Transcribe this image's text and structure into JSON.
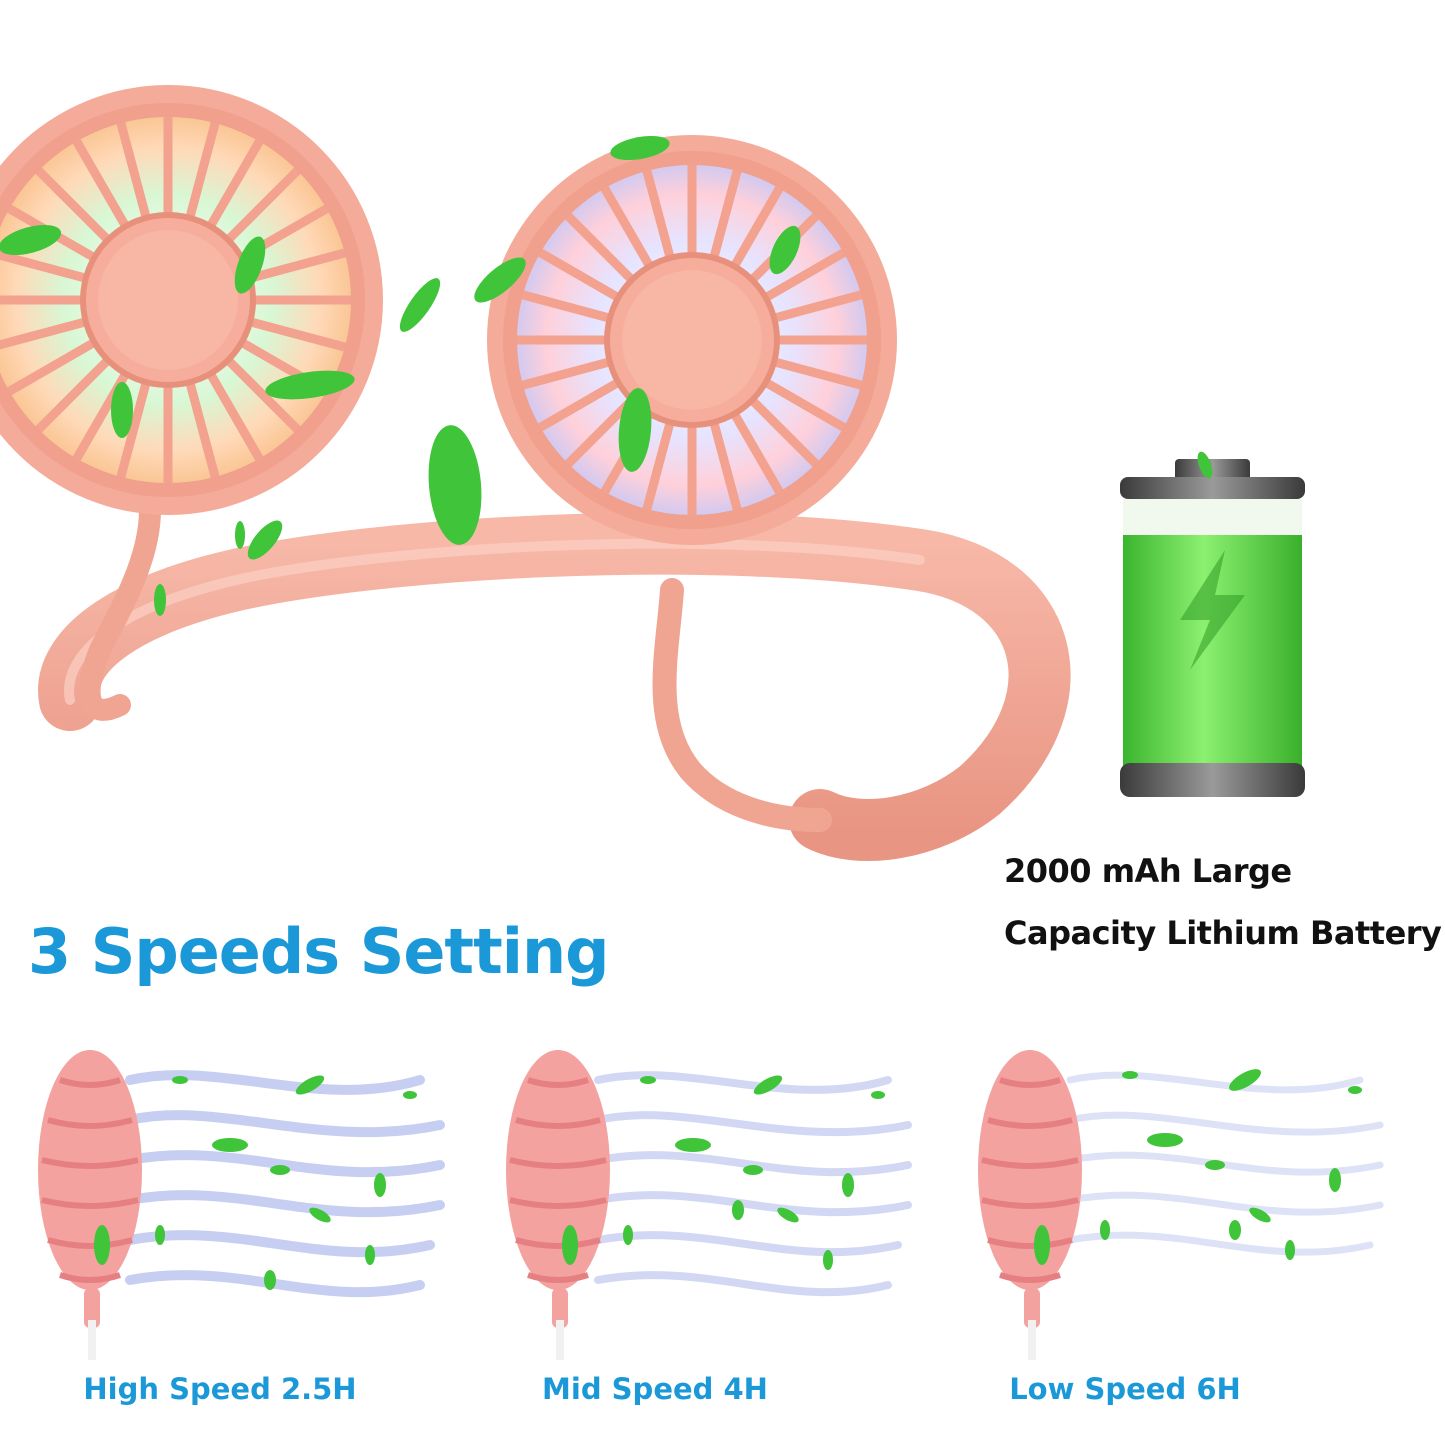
{
  "battery": {
    "caption_line1": "2000 mAh Large",
    "caption_line2": "Capacity Lithium Battery"
  },
  "speeds": {
    "title": "3 Speeds Setting",
    "modes": [
      {
        "label": "High Speed 2.5H"
      },
      {
        "label": "Mid Speed 4H"
      },
      {
        "label": "Low Speed 6H"
      }
    ]
  },
  "colors": {
    "fan_pink": "#f3a493",
    "accent_blue": "#1b98d8",
    "leaf_green": "#3fc43a",
    "battery_green": "#5fe04a"
  }
}
